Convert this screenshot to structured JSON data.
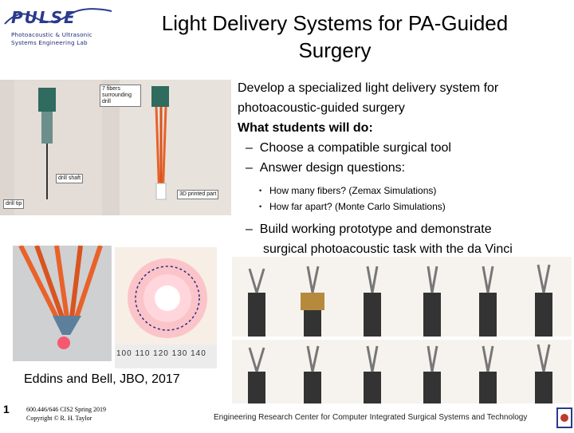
{
  "logo": {
    "word": "PULSE",
    "line1": "Photoacoustic & Ultrasonic",
    "line2": "Systems Engineering Lab"
  },
  "title": {
    "line1": "Light Delivery Systems for PA-Guided",
    "line2": "Surgery"
  },
  "body": {
    "intro_line1": "Develop a specialized light delivery system for",
    "intro_line2": "photoacoustic-guided surgery",
    "heading": "What students will do:",
    "items": [
      {
        "dash": "–",
        "text": "Choose a compatible surgical tool"
      },
      {
        "dash": "–",
        "text": "Answer design questions:"
      }
    ],
    "subitems": [
      "How many fibers? (Zemax Simulations)",
      "How far apart? (Monte Carlo Simulations)"
    ],
    "final_item": {
      "dash": "–",
      "line1": "Build working prototype and demonstrate",
      "line2": "surgical photoacoustic task with the da Vinci"
    }
  },
  "image_labels": {
    "fibers": "7 fibers surrounding drill",
    "drill_shaft": "drill shaft",
    "drill_tip": "drill tip",
    "printed_part": "3D printed part",
    "ruler": "100 110 120 130 140"
  },
  "caption": "Eddins and Bell, JBO, 2017",
  "page_number": "1",
  "course": {
    "line1": "600.446/646 CIS2 Spring 2019",
    "line2": "Copyright © R. H. Taylor"
  },
  "footer": "Engineering Research Center for Computer Integrated Surgical Systems and Technology",
  "colors": {
    "logo_blue": "#2a3a8c",
    "laser_red": "#ff3a5a",
    "fiber_orange": "#e8622a"
  }
}
